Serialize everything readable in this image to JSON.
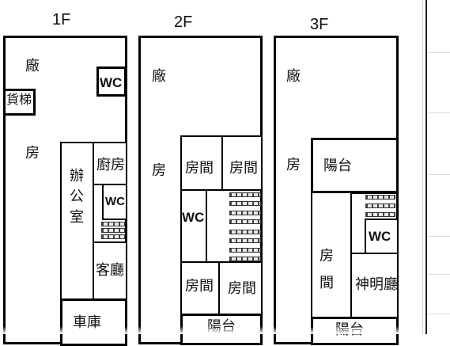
{
  "floors": [
    {
      "label": "1F",
      "rooms": {
        "factory_top": "廠",
        "freight_elevator": "貨梯",
        "wc": "WC",
        "factory_bottom": "房",
        "office": "辦公室",
        "kitchen": "廚房",
        "wc_inner": "WC",
        "living_room": "客廳",
        "garage": "車庫"
      }
    },
    {
      "label": "2F",
      "rooms": {
        "factory_top": "廠",
        "factory_bottom": "房",
        "room_a": "房間",
        "room_b": "房間",
        "wc": "WC",
        "room_c": "房間",
        "room_d": "房間",
        "balcony": "陽台"
      }
    },
    {
      "label": "3F",
      "rooms": {
        "factory_top": "廠",
        "factory_bottom": "房",
        "balcony_top": "陽台",
        "room": "房間",
        "wc": "WC",
        "shrine_hall": "神明廳",
        "balcony_bottom": "陽台"
      }
    }
  ]
}
